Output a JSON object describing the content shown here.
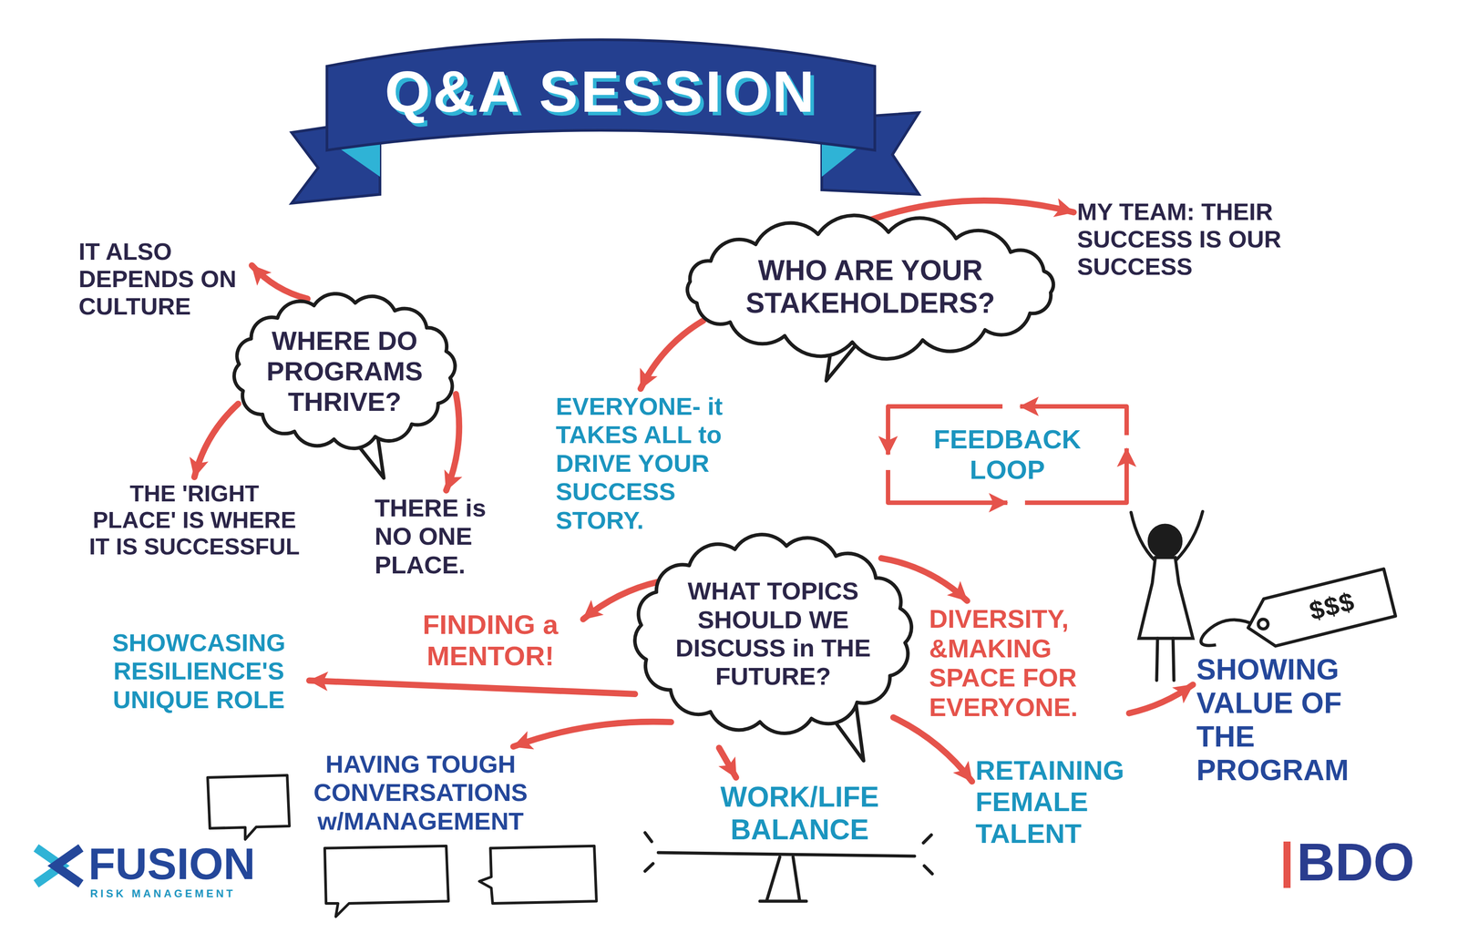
{
  "diagram": {
    "title": "Q&A SESSION",
    "nodes": [
      {
        "text": [
          "WHERE DO PROGRAMS THRIVE?"
        ]
      },
      {
        "text": [
          "IT ALSO DEPENDS ON CULTURE"
        ]
      },
      {
        "text": [
          "THE 'RIGHT PLACE' IS WHERE IT IS SUCCESSFUL"
        ]
      },
      {
        "text": [
          "THERE is NO ONE PLACE."
        ]
      },
      {
        "text": [
          "WHO ARE YOUR STAKEHOLDERS?"
        ]
      },
      {
        "text": [
          "MY TEAM: THEIR SUCCESS IS OUR SUCCESS"
        ]
      },
      {
        "text": [
          "EVERYONE- it TAKES ALL to DRIVE YOUR SUCCESS STORY."
        ]
      },
      {
        "text": [
          "FEEDBACK LOOP"
        ]
      },
      {
        "text": [
          "WHAT TOPICS SHOULD WE DISCUSS in THE FUTURE?"
        ]
      },
      {
        "text": [
          "FINDING a MENTOR!"
        ]
      },
      {
        "text": [
          "SHOWCASING RESILIENCE'S UNIQUE ROLE"
        ]
      },
      {
        "text": [
          "HAVING TOUGH CONVERSATIONS w/MANAGEMENT"
        ]
      },
      {
        "text": [
          "WORK/LIFE BALANCE"
        ]
      },
      {
        "text": [
          "RETAINING FEMALE TALENT"
        ]
      },
      {
        "text": [
          "DIVERSITY, &MAKING SPACE FOR EVERYONE."
        ]
      },
      {
        "text": [
          "SHOWING VALUE OF THE PROGRAM"
        ]
      }
    ],
    "edges": [
      {
        "from": 0,
        "to": 1,
        "arrow": "to"
      },
      {
        "from": 0,
        "to": 2,
        "arrow": "to"
      },
      {
        "from": 0,
        "to": 3,
        "arrow": "to"
      },
      {
        "from": 4,
        "to": 5,
        "arrow": "to"
      },
      {
        "from": 4,
        "to": 6,
        "arrow": "to"
      },
      {
        "from": 8,
        "to": 9,
        "arrow": "to"
      },
      {
        "from": 8,
        "to": 10,
        "arrow": "to"
      },
      {
        "from": 8,
        "to": 11,
        "arrow": "to"
      },
      {
        "from": 8,
        "to": 12,
        "arrow": "to"
      },
      {
        "from": 8,
        "to": 13,
        "arrow": "to"
      },
      {
        "from": 8,
        "to": 14,
        "arrow": "to"
      },
      {
        "from": 14,
        "to": 15,
        "arrow": "to"
      }
    ],
    "labels": [
      "$$$",
      "FUSION",
      "RISK MANAGEMENT",
      "BDO"
    ]
  }
}
